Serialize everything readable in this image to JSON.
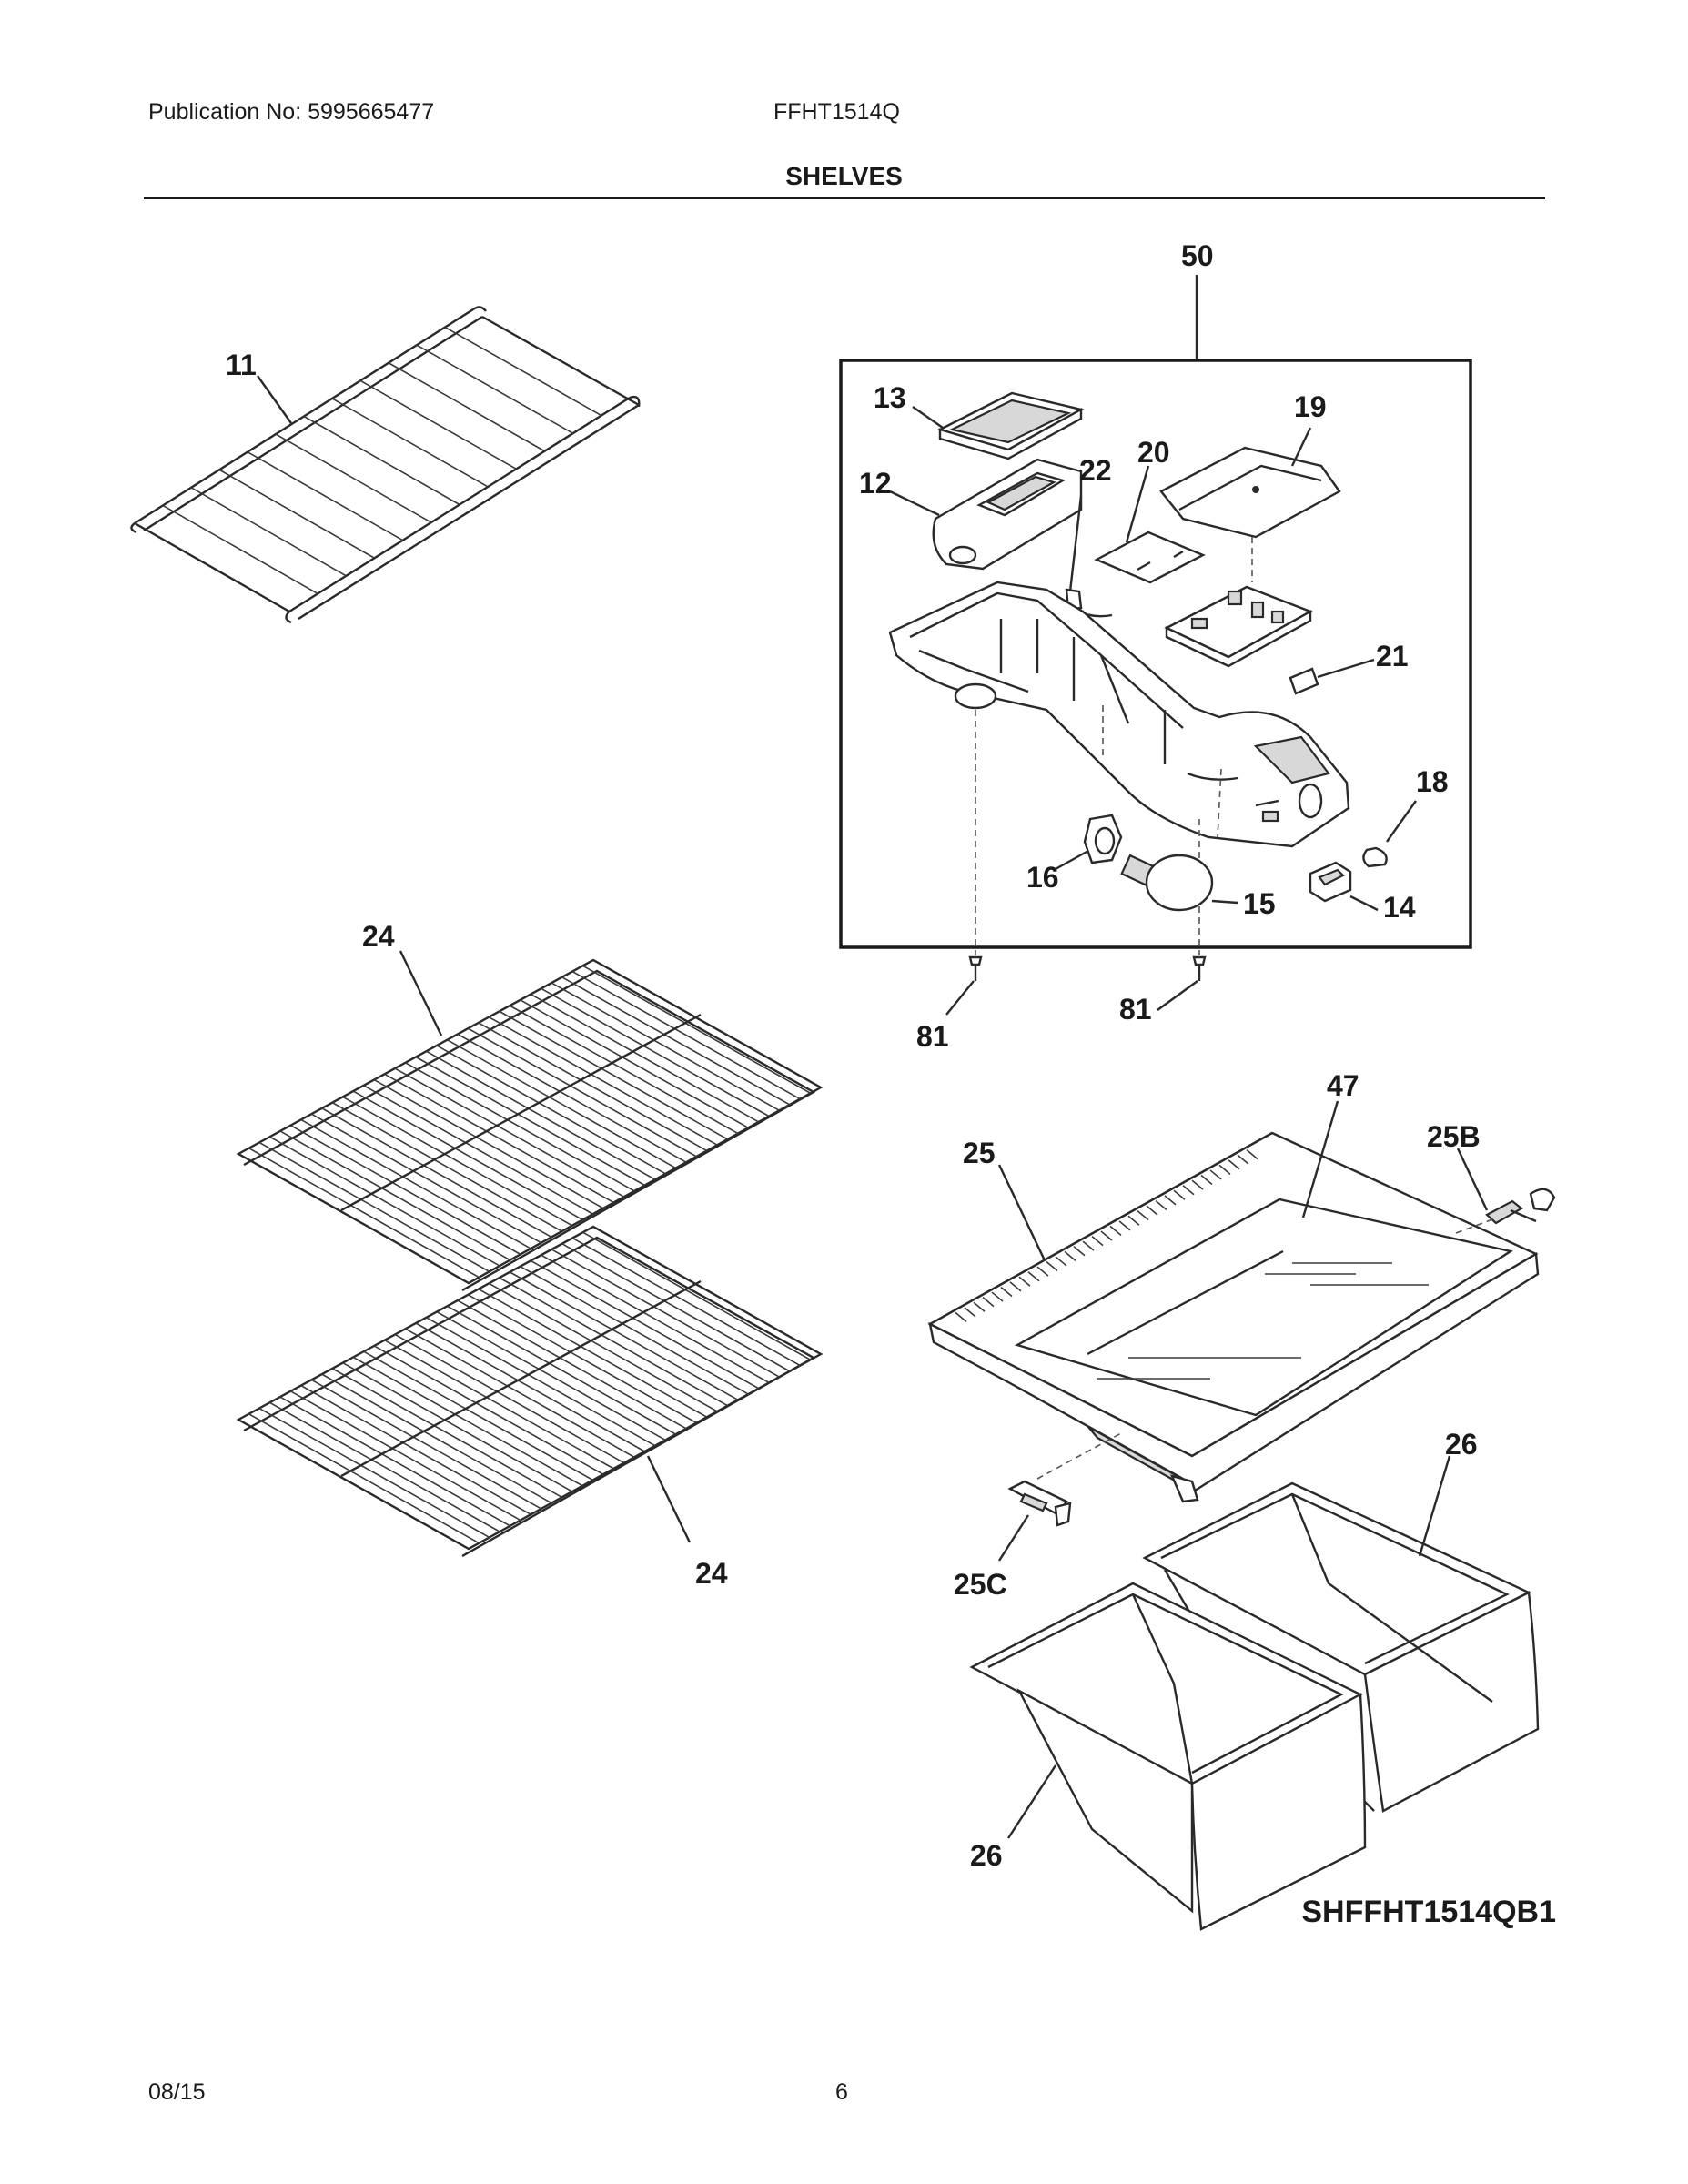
{
  "header": {
    "publication": "Publication No: 5995665477",
    "model": "FFHT1514Q",
    "section_title": "SHELVES"
  },
  "footer": {
    "date": "08/15",
    "page_number": "6"
  },
  "diagram": {
    "code": "SHFFHT1514QB1",
    "callouts": {
      "c11": "11",
      "c50": "50",
      "c13": "13",
      "c19": "19",
      "c12": "12",
      "c22": "22",
      "c20": "20",
      "c21": "21",
      "c18": "18",
      "c16": "16",
      "c15": "15",
      "c14": "14",
      "c81a": "81",
      "c81b": "81",
      "c24a": "24",
      "c24b": "24",
      "c47": "47",
      "c25": "25",
      "c25b": "25B",
      "c25c": "25C",
      "c26a": "26",
      "c26b": "26"
    }
  }
}
